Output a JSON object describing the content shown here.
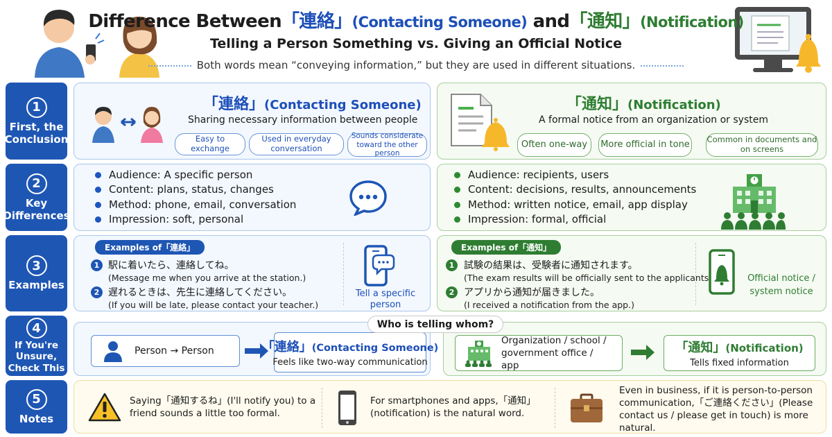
{
  "header": {
    "title_prefix": "Difference Between",
    "renraku_jp": "「連絡」",
    "renraku_en": "(Contacting Someone)",
    "and": "and",
    "tsuchi_jp": "「通知」",
    "tsuchi_en": "(Notification)",
    "subtitle": "Telling a Person Something vs. Giving an Official Notice",
    "description": "Both words mean “conveying information,” but they are used in different situations."
  },
  "rows": [
    {
      "num": "1",
      "label": "First, the Conclusion"
    },
    {
      "num": "2",
      "label": "Key Differences"
    },
    {
      "num": "3",
      "label": "Examples"
    },
    {
      "num": "4",
      "label": "If You're Unsure, Check This"
    },
    {
      "num": "5",
      "label": "Notes"
    }
  ],
  "conclusion": {
    "left": {
      "title_jp": "「連絡」",
      "title_en": "(Contacting Someone)",
      "subtitle": "Sharing necessary information between people",
      "chips": [
        "Easy to exchange",
        "Used in everyday conversation",
        "Sounds considerate toward the other person"
      ]
    },
    "right": {
      "title_jp": "「通知」",
      "title_en": "(Notification)",
      "subtitle": "A formal notice from an organization or system",
      "chips": [
        "Often one-way",
        "More official in tone",
        "Common in documents and on screens"
      ]
    }
  },
  "differences": {
    "left": [
      "Audience: A specific person",
      "Content: plans, status, changes",
      "Method: phone, email, conversation",
      "Impression: soft, personal"
    ],
    "right": [
      "Audience: recipients, users",
      "Content: decisions, results, announcements",
      "Method: written notice, email, app display",
      "Impression: formal, official"
    ]
  },
  "examples": {
    "left": {
      "label": "Examples of「連絡」",
      "items": [
        {
          "num": "1",
          "jp": "駅に着いたら、連絡してね。",
          "en": "(Message me when you arrive at the station.)"
        },
        {
          "num": "2",
          "jp": "遅れるときは、先生に連絡してください。",
          "en": "(If you will be late, please contact your teacher.)"
        }
      ],
      "side_caption": "Tell a specific person"
    },
    "right": {
      "label": "Examples of「通知」",
      "items": [
        {
          "num": "1",
          "jp": "試験の結果は、受験者に通知されます。",
          "en": "(The exam results will be officially sent to the applicants.)"
        },
        {
          "num": "2",
          "jp": "アプリから通知が届きました。",
          "en": "(I received a notification from the app.)"
        }
      ],
      "side_caption": "Official notice / system notice"
    }
  },
  "check": {
    "question": "Who is telling whom?",
    "left_from": "Person → Person",
    "left_result_jp": "「連絡」",
    "left_result_en": "(Contacting Someone)",
    "left_result_sub": "Feels like two-way communication",
    "right_from": "Organization / school / government office / app",
    "right_result_jp": "「通知」",
    "right_result_en": "(Notification)",
    "right_result_sub": "Tells fixed information"
  },
  "notes": [
    "Saying「通知するね」(I'll notify you) to a friend sounds a little too formal.",
    "For smartphones and apps,「通知」(notification) is the natural word.",
    "Even in business, if it is person-to-person communication,「ご連絡ください」(Please contact us / please get in touch) is more natural."
  ],
  "colors": {
    "blue": "#1e56b4",
    "green": "#2e7d32",
    "yellow_bg": "#fffbee"
  }
}
